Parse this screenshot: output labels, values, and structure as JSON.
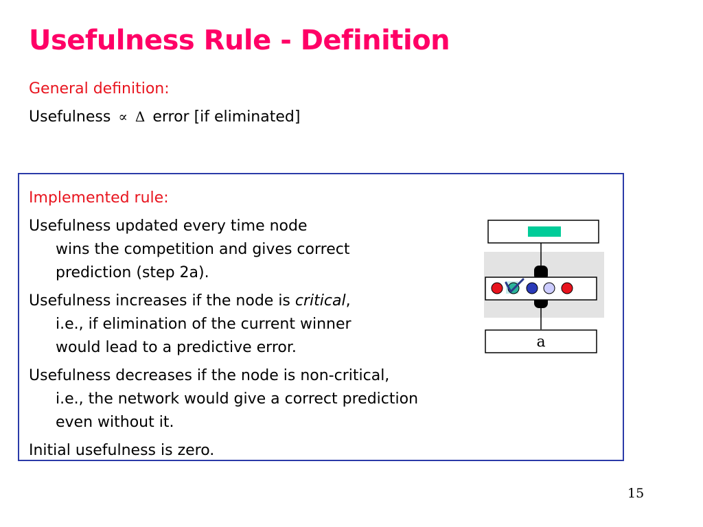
{
  "slide": {
    "title": "Usefulness Rule - Definition",
    "general_heading": "General definition:",
    "formula": {
      "left": "Usefulness",
      "propto_symbol": "∝",
      "delta_symbol": "Δ",
      "right": "error [if eliminated]"
    },
    "rule_heading": "Implemented rule:",
    "para1": {
      "line1": "Usefulness updated every time node",
      "line2": "wins the competition and gives correct",
      "line3": "prediction (step 2a)."
    },
    "para2": {
      "line1_start": "Usefulness increases if the node is ",
      "line1_italic": "critical",
      "line1_end": ",",
      "line2": "i.e., if elimination of the current winner",
      "line3": "would lead to a predictive error."
    },
    "para3": {
      "line1": "Usefulness decreases if the node is non-critical,",
      "line2": "i.e., the network would give a correct prediction",
      "line3": "even without it."
    },
    "para4": {
      "line1": "Initial usefulness is zero."
    },
    "diagram": {
      "bottom_label": "a",
      "top_bar_color": "#00cc99",
      "node_colors": [
        "#e8141e",
        "#2ab39a",
        "#2a3ab8",
        "#ccccff",
        "#e8141e"
      ]
    },
    "page_number": "15"
  }
}
